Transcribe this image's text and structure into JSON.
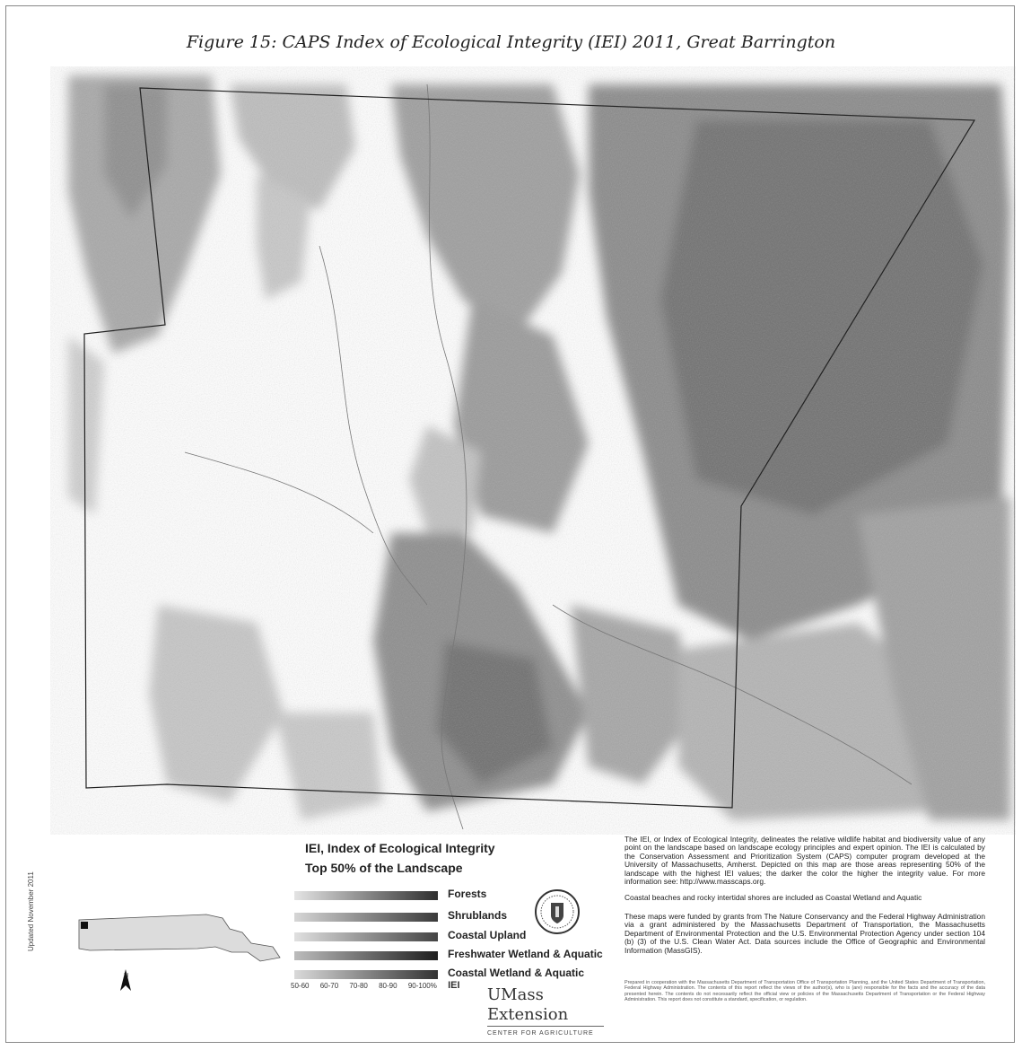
{
  "title": "Figure 15: CAPS Index of Ecological Integrity (IEI) 2011, Great Barrington",
  "legend": {
    "title_line1": "IEI, Index of Ecological Integrity",
    "title_line2": "Top 50% of the Landscape",
    "classes": [
      {
        "label": "Forests",
        "from": "#e4e4e4",
        "to": "#2e2e2e"
      },
      {
        "label": "Shrublands",
        "from": "#d6d6d6",
        "to": "#3a3a3a"
      },
      {
        "label": "Coastal Upland",
        "from": "#e0e0e0",
        "to": "#444444"
      },
      {
        "label": "Freshwater Wetland & Aquatic",
        "from": "#bcbcbc",
        "to": "#1e1e1e"
      },
      {
        "label": "Coastal Wetland & Aquatic",
        "from": "#dadada",
        "to": "#333333"
      }
    ],
    "scale_ticks": [
      "50-60",
      "60-70",
      "70-80",
      "80-90",
      "90-100%"
    ],
    "scale_label": "IEI"
  },
  "inset": {
    "updated_text": "Updated November 2011",
    "north_label": "N"
  },
  "logo": {
    "line1": "UMass",
    "line2": "Extension",
    "line3": "CENTER FOR AGRICULTURE"
  },
  "description": {
    "p1": "The IEI, or Index of Ecological Integrity, delineates the relative wildlife habitat and biodiversity value of any point on the landscape based on landscape ecology principles and expert opinion. The IEI is calculated by the Conservation Assessment and Prioritization System (CAPS) computer program developed at the University of Massachusetts, Amherst. Depicted on this map are those areas representing 50% of the landscape with the highest IEI values; the darker the color the higher the integrity value. For more information see: http://www.masscaps.org.",
    "p2": "Coastal beaches and rocky intertidal shores are included as Coastal Wetland and Aquatic",
    "p3": "These maps were funded by grants from The Nature Conservancy and the Federal Highway Administration via a grant administered by the Massachusetts Department of Transportation, the Massachusetts Department of Environmental Protection and the U.S. Environmental Protection Agency under section 104 (b) (3) of the U.S. Clean Water Act. Data sources include the Office of Geographic and Environmental Information (MassGIS).",
    "p4": "Prepared in cooperation with the Massachusetts Department of Transportation Office of Transportation Planning, and the United States Department of Transportation, Federal Highway Administration. The contents of this report reflect the views of the author(s), who is (are) responsible for the facts and the accuracy of the data presented herein. The contents do not necessarily reflect the official view or policies of the Massachusetts Department of Transportation or the Federal Highway Administration. This report does not constitute a standard, specification, or regulation."
  }
}
